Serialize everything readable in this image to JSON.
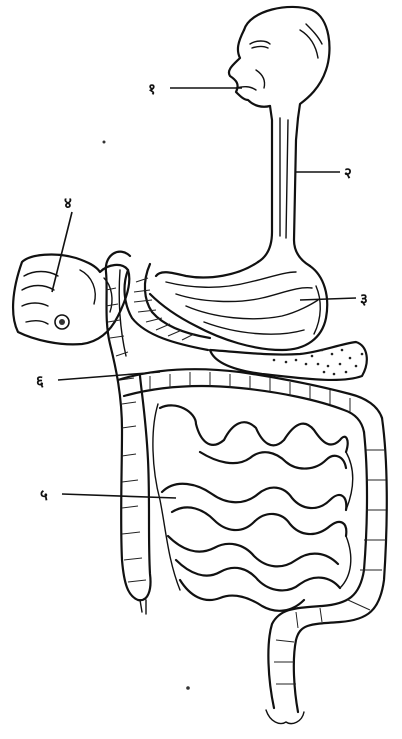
{
  "labels": {
    "mouth": "१",
    "esophagus": "२",
    "stomach": "३",
    "liver": "४",
    "duodenum": "६",
    "small_intestine": "५"
  },
  "colors": {
    "ink": "#111111",
    "background": "#ffffff"
  }
}
